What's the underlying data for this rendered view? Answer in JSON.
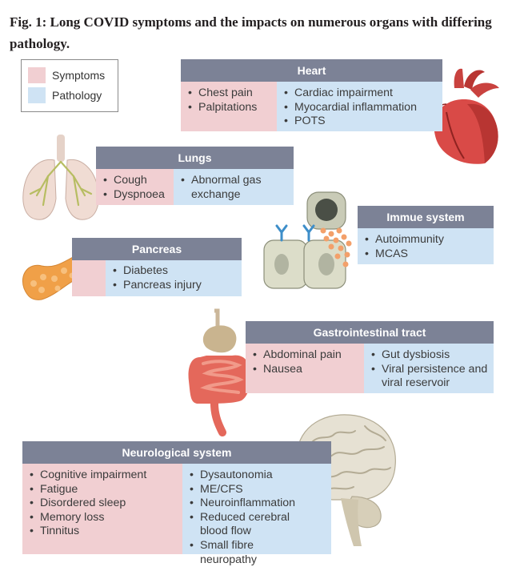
{
  "title": "Fig. 1: Long COVID symptoms and the impacts on numerous organs with differing pathology.",
  "legend": {
    "symptoms": "Symptoms",
    "pathology": "Pathology"
  },
  "colors": {
    "symptoms": "#f1cfd2",
    "pathology": "#cfe3f4",
    "header": "#7c8296"
  },
  "heart": {
    "title": "Heart",
    "symptoms": [
      "Chest pain",
      "Palpitations"
    ],
    "pathology": [
      "Cardiac impairment",
      "Myocardial inflammation",
      "POTS"
    ]
  },
  "lungs": {
    "title": "Lungs",
    "symptoms": [
      "Cough",
      "Dyspnoea"
    ],
    "pathology": [
      "Abnormal gas exchange"
    ]
  },
  "immune": {
    "title": "Immue system",
    "symptoms": [],
    "pathology": [
      "Autoimmunity",
      "MCAS"
    ]
  },
  "pancreas": {
    "title": "Pancreas",
    "symptoms": [],
    "pathology": [
      "Diabetes",
      "Pancreas injury"
    ]
  },
  "gi": {
    "title": "Gastrointestinal tract",
    "symptoms": [
      "Abdominal pain",
      "Nausea"
    ],
    "pathology": [
      "Gut dysbiosis",
      "Viral persistence and viral reservoir"
    ]
  },
  "neuro": {
    "title": "Neurological system",
    "symptoms": [
      "Cognitive impairment",
      "Fatigue",
      "Disordered sleep",
      "Memory loss",
      "Tinnitus"
    ],
    "pathology": [
      "Dysautonomia",
      "ME/CFS",
      "Neuroinflammation",
      "Reduced cerebral blood flow",
      "Small fibre neuropathy"
    ]
  },
  "illustrations": [
    "heart-illustration",
    "lungs-illustration",
    "immune-cells-illustration",
    "pancreas-illustration",
    "gi-tract-illustration",
    "brain-illustration"
  ]
}
